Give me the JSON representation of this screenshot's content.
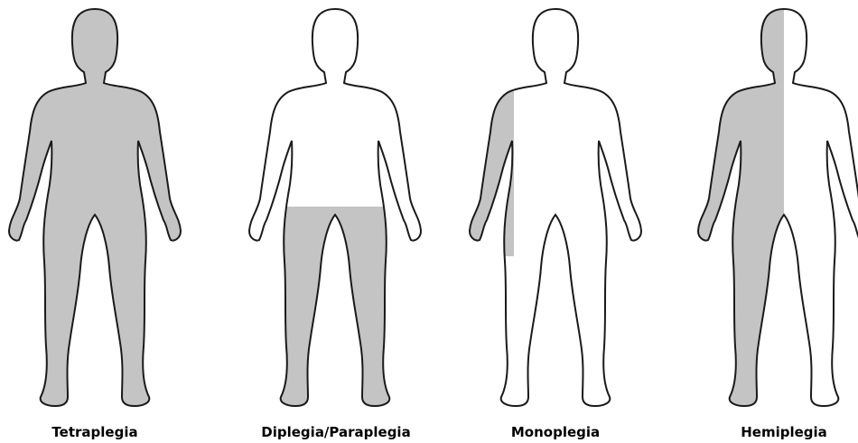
{
  "colors": {
    "affected": "#c4c4c4",
    "outline": "#1a1a1a",
    "background": "#ffffff"
  },
  "figures": [
    {
      "id": "tetraplegia",
      "label": "Tetraplegia",
      "affected_region": "whole-body"
    },
    {
      "id": "diplegia",
      "label": "Diplegia/Paraplegia",
      "affected_region": "lower-body"
    },
    {
      "id": "monoplegia",
      "label": "Monoplegia",
      "affected_region": "one-arm"
    },
    {
      "id": "hemiplegia",
      "label": "Hemiplegia",
      "affected_region": "one-side"
    }
  ]
}
